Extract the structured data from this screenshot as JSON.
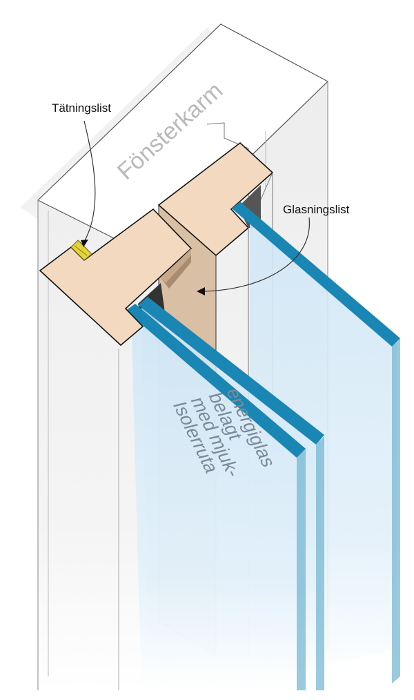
{
  "labels": {
    "seal": "Tätningslist",
    "glazing_bead": "Glasningslist",
    "frame": "Fönsterkarm",
    "glass_lines": [
      "Isolerruta",
      "med mjuk-",
      "belagt",
      "energiglas"
    ]
  },
  "colors": {
    "wood": "#f2d9bf",
    "glass_edge": "#1a86b3",
    "glass_face": "#d7ebf7",
    "seal": "#e3d23a"
  }
}
